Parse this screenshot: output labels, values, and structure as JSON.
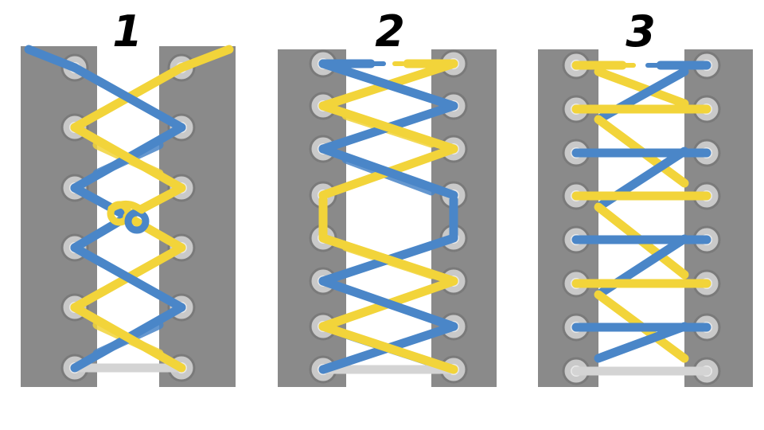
{
  "panels": [
    {
      "number": "1",
      "method": "knot"
    },
    {
      "number": "2",
      "method": "vertical-skip"
    },
    {
      "number": "3",
      "method": "straight-bars"
    }
  ],
  "colors": {
    "flap": "#8a8a8a",
    "flap_edge": "#6f6f6f",
    "tongue": "#ffffff",
    "eyelet_outer": "#c9c9c9",
    "eyelet_ring": "#7a7a7a",
    "eyelet_hole": "#e9e9e9",
    "lace_blue": "#4a86c8",
    "lace_yellow": "#f2d43a",
    "lace_end_gray": "#d4d4d4"
  },
  "icons": [
    "lace-knot-icon"
  ]
}
